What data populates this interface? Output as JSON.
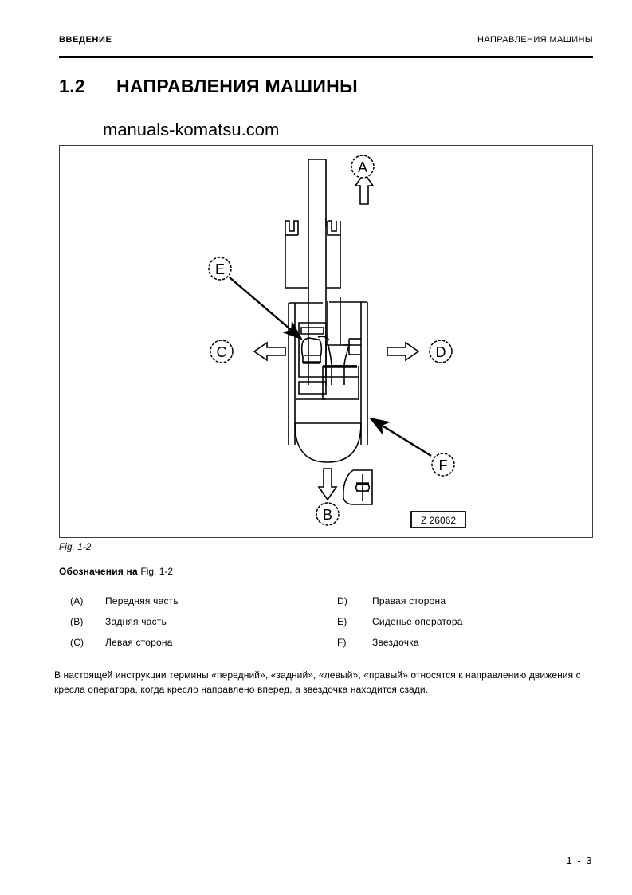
{
  "header": {
    "left": "ВВЕДЕНИЕ",
    "right": "НАПРАВЛЕНИЯ МАШИНЫ"
  },
  "title": {
    "number": "1.2",
    "text": "НАПРАВЛЕНИЯ МАШИНЫ"
  },
  "watermark": "manuals-komatsu.com",
  "figure": {
    "caption": "Fig. 1-2",
    "image_code": "Z 26062",
    "callouts": [
      {
        "id": "A",
        "note": "front, up arrow"
      },
      {
        "id": "B",
        "note": "rear, down arrow"
      },
      {
        "id": "C",
        "note": "left, left arrow"
      },
      {
        "id": "D",
        "note": "right, right arrow"
      },
      {
        "id": "E",
        "note": "operator seat, leader line"
      },
      {
        "id": "F",
        "note": "sprocket, leader line"
      }
    ]
  },
  "legend": {
    "heading_bold": "Обозначения на ",
    "heading_regular": "Fig. 1-2",
    "rows": [
      {
        "left": {
          "key": "(A)",
          "value": "Передняя часть"
        },
        "right": {
          "key": "D)",
          "value": "Правая сторона"
        }
      },
      {
        "left": {
          "key": "(B)",
          "value": "Задняя часть"
        },
        "right": {
          "key": "E)",
          "value": "Сиденье оператора"
        }
      },
      {
        "left": {
          "key": "(C)",
          "value": "Левая сторона"
        },
        "right": {
          "key": "F)",
          "value": "Звездочка"
        }
      }
    ]
  },
  "body_text": "В настоящей инструкции термины «передний», «задний», «левый», «правый» относятся к направлению движения с кресла оператора, когда кресло направлено вперед, а звездочка находится сзади.",
  "page_number": "1 - 3"
}
